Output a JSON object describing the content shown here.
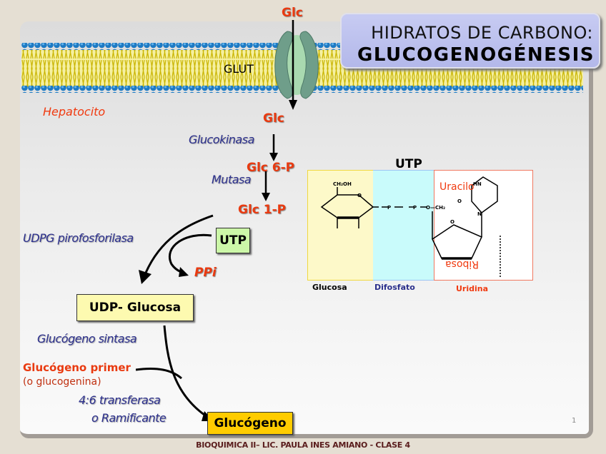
{
  "slide": {
    "title_line1": "HIDRATOS DE CARBONO:",
    "title_line2": "GLUCOGENOGÉNESIS",
    "page_number": "1",
    "footer": "BIOQUIMICA II– LIC. PAULA INES AMIANO - CLASE 4"
  },
  "membrane": {
    "transporter_label": "GLUT",
    "cell_label": "Hepatocito",
    "glc_outside": "Glc",
    "glc_inside": "Glc"
  },
  "pathway": {
    "glucokinase": "Glucokinasa",
    "glc6p": "Glc 6-P",
    "mutase": "Mutasa",
    "glc1p": "Glc 1-P",
    "udpg_enzyme": "UDPG pirofosforilasa",
    "utp_box": "UTP",
    "ppi": "PPi",
    "udp_glucose": "UDP- Glucosa",
    "glycogen_synthase": "Glucógeno sintasa",
    "primer": "Glucógeno primer",
    "primer_note": "(o glucogenina)",
    "transferase": "4:6 transferasa",
    "branching": "o Ramificante",
    "glycogen": "Glucógeno"
  },
  "structure": {
    "title": "UTP",
    "uracil": "Uracilo",
    "ribose": "Ribosa",
    "sections": [
      "Glucosa",
      "Difosfato",
      "Uridina"
    ],
    "colors": {
      "glucosa": "#fdf9c9",
      "difosfato": "#c9fbfb",
      "uridina": "#ffffff",
      "uridina_border": "#f07860"
    }
  }
}
